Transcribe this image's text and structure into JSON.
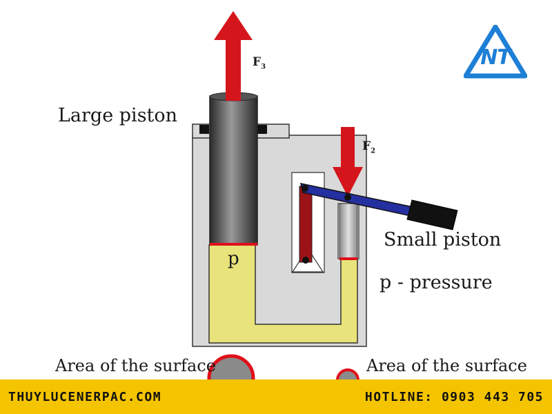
{
  "labels": {
    "large_piston": "Large piston",
    "small_piston": "Small piston",
    "pressure": "p - pressure",
    "area_left": "Area of the surface",
    "area_right": "Area of the surface",
    "p": "p",
    "f3_letter": "F",
    "f3_sub": "3",
    "f2_letter": "F",
    "f2_sub": "2"
  },
  "logo": {
    "text": "NT",
    "color": "#1e7fd6"
  },
  "footer": {
    "website": "THUYLUCENERPAC.COM",
    "hotline": "HOTLINE: 0903 443 705",
    "background": "#f5c400"
  },
  "colors": {
    "fluid": "#e8e37a",
    "arrow": "#d4161c",
    "handle": "#2530a0",
    "pivot_bar": "#9b1318",
    "body": "#d9d9d9"
  }
}
